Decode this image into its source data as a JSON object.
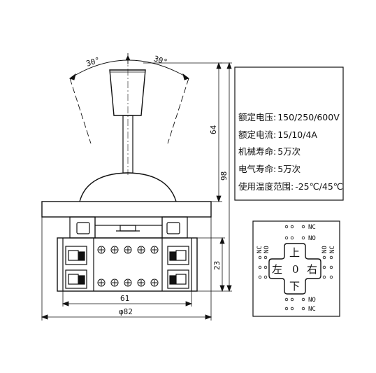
{
  "dimensions": {
    "angle_left": "30°",
    "angle_right": "30°",
    "height_64": "64",
    "height_98": "98",
    "height_23": "23",
    "width_61": "61",
    "width_82": "φ82"
  },
  "specs": [
    {
      "label": "额定电压:",
      "value": "150/250/600V"
    },
    {
      "label": "额定电流:",
      "value": "15/10/4A"
    },
    {
      "label": "机械寿命:",
      "value": "5万次"
    },
    {
      "label": "电气寿命:",
      "value": "5万次"
    },
    {
      "label": "使用温度范围:",
      "value": "-25℃/45℃"
    }
  ],
  "wiring": {
    "up": "上",
    "down": "下",
    "left": "左",
    "right": "右",
    "center": "0",
    "top_nc": "NC",
    "top_no": "NO",
    "bottom_nc": "NC",
    "bottom_no": "NO",
    "left_nc": "NC",
    "left_no": "NO",
    "right_no": "NO",
    "right_nc": "NC"
  }
}
